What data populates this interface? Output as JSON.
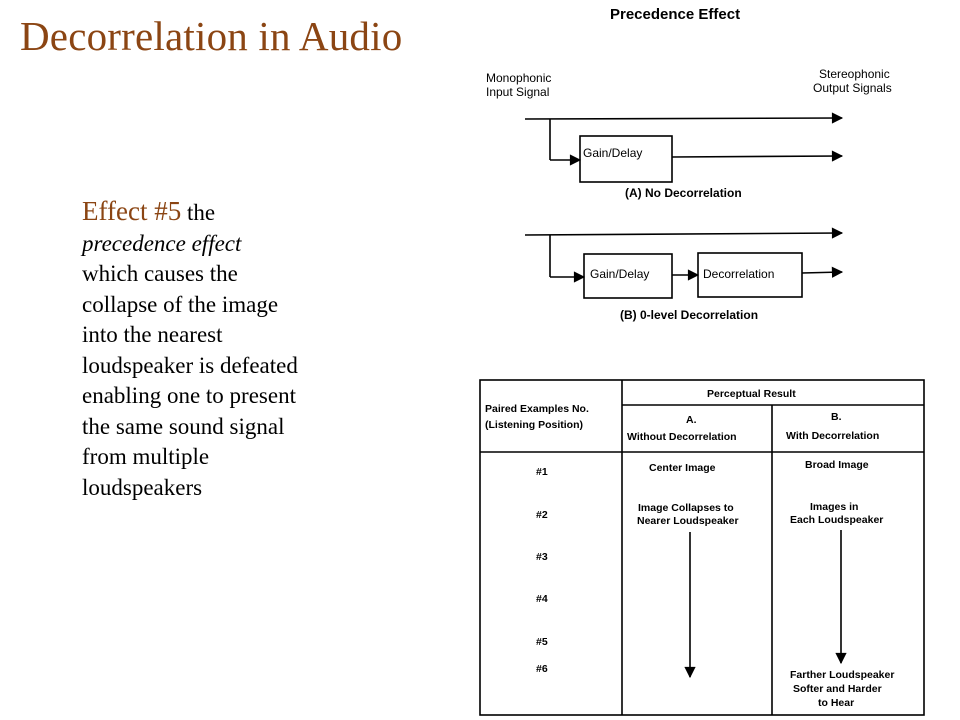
{
  "slide": {
    "title": "Decorrelation in Audio",
    "effect_label": "Effect #5",
    "text_the": " the",
    "text_italic": "precedence effect",
    "text_body_lines": [
      "which causes the",
      "collapse of the image",
      "into the nearest",
      "loudspeaker is defeated",
      "enabling one to present",
      "the same sound signal",
      "from multiple",
      "loudspeakers"
    ]
  },
  "diagram": {
    "title": "Precedence Effect",
    "input_label_1": "Monophonic",
    "input_label_2": "Input Signal",
    "output_label_1": "Stereophonic",
    "output_label_2": "Output Signals",
    "gain_delay": "Gain/Delay",
    "decorrelation": "Decorrelation",
    "caption_a": "(A) No Decorrelation",
    "caption_b": "(B) 0-level Decorrelation"
  },
  "table": {
    "header_1": "Paired Examples No.",
    "header_2": "(Listening Position)",
    "perceptual_result": "Perceptual Result",
    "col_a_letter": "A.",
    "col_a_title": "Without Decorrelation",
    "col_b_letter": "B.",
    "col_b_title": "With Decorrelation",
    "rows": [
      "#1",
      "#2",
      "#3",
      "#4",
      "#5",
      "#6"
    ],
    "center_image": "Center Image",
    "broad_image": "Broad Image",
    "collapse_1": "Image Collapses to",
    "collapse_2": "Nearer Loudspeaker",
    "each_1": "Images in",
    "each_2": "Each Loudspeaker",
    "farther_1": "Farther Loudspeaker",
    "farther_2": "Softer and Harder",
    "farther_3": "to Hear"
  }
}
